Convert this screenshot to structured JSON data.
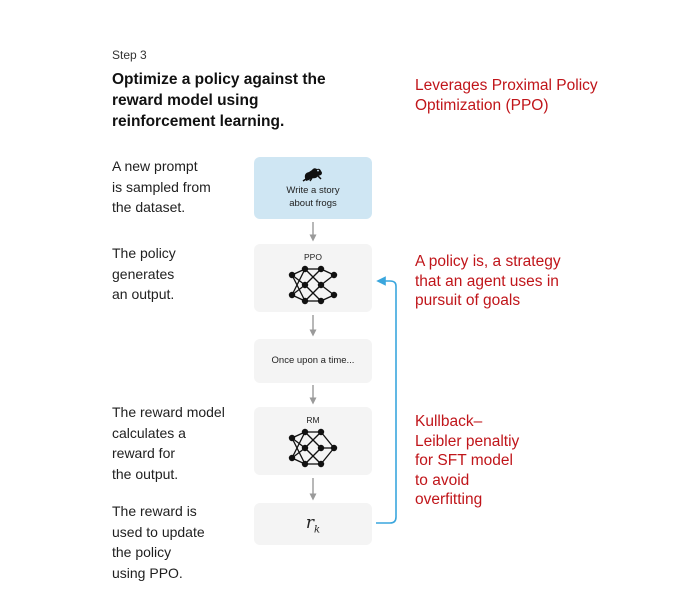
{
  "step_label": "Step 3",
  "title": "Optimize a policy against the reward model using reinforcement learning.",
  "descriptions": {
    "prompt": "A new prompt\nis sampled from\nthe dataset.",
    "policy": "The policy\ngenerates\nan output.",
    "reward": "The reward model\ncalculates a\nreward for\nthe output.",
    "update": "The reward is\nused to update\nthe policy\nusing PPO."
  },
  "annotations": {
    "ppo": "Leverages Proximal Policy\nOptimization (PPO)",
    "policy_def": "A policy is, a strategy\nthat an agent uses in\npursuit of goals",
    "kl": "Kullback–\nLeibler penaltiy\nfor SFT model\nto avoid\noverfitting"
  },
  "boxes": {
    "prompt_text": "Write a story\nabout frogs",
    "ppo_label": "PPO",
    "output_text": "Once upon a time...",
    "rm_label": "RM",
    "reward_symbol": "r",
    "reward_subscript": "k"
  },
  "colors": {
    "annotation_red": "#c0151a",
    "prompt_box": "#cfe6f3",
    "box_gray": "#f4f4f4",
    "feedback_arrow": "#3aa6dd",
    "flow_arrow": "#9a9a9a"
  },
  "icons": [
    "frog-icon",
    "neural-network-icon"
  ]
}
